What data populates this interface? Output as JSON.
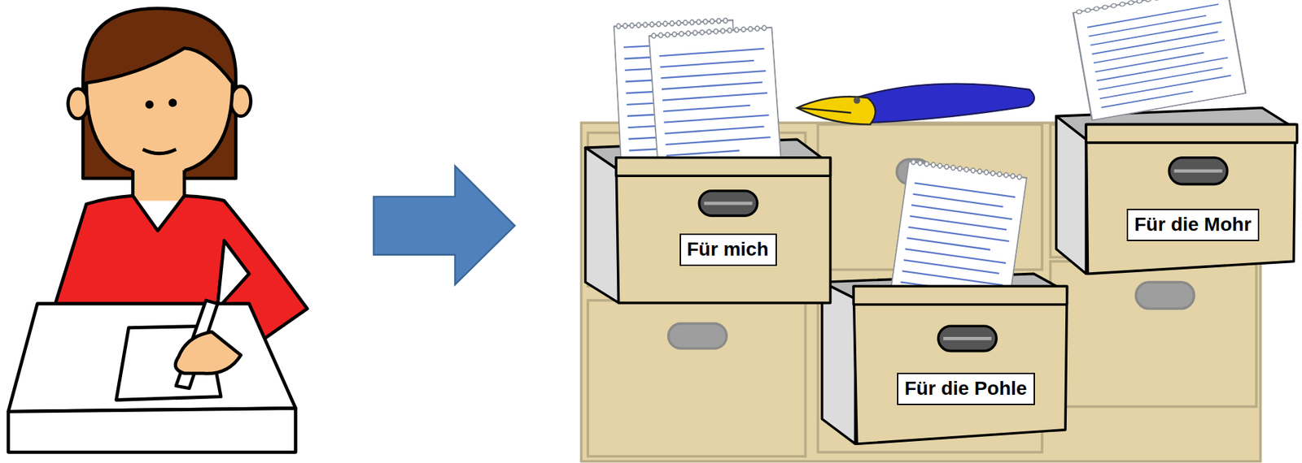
{
  "diagram": {
    "nodes": [
      {
        "text": [
          "Für mich"
        ]
      },
      {
        "text": [
          "Für die Mohr"
        ]
      },
      {
        "text": [
          "Für die Pohle"
        ]
      }
    ]
  }
}
